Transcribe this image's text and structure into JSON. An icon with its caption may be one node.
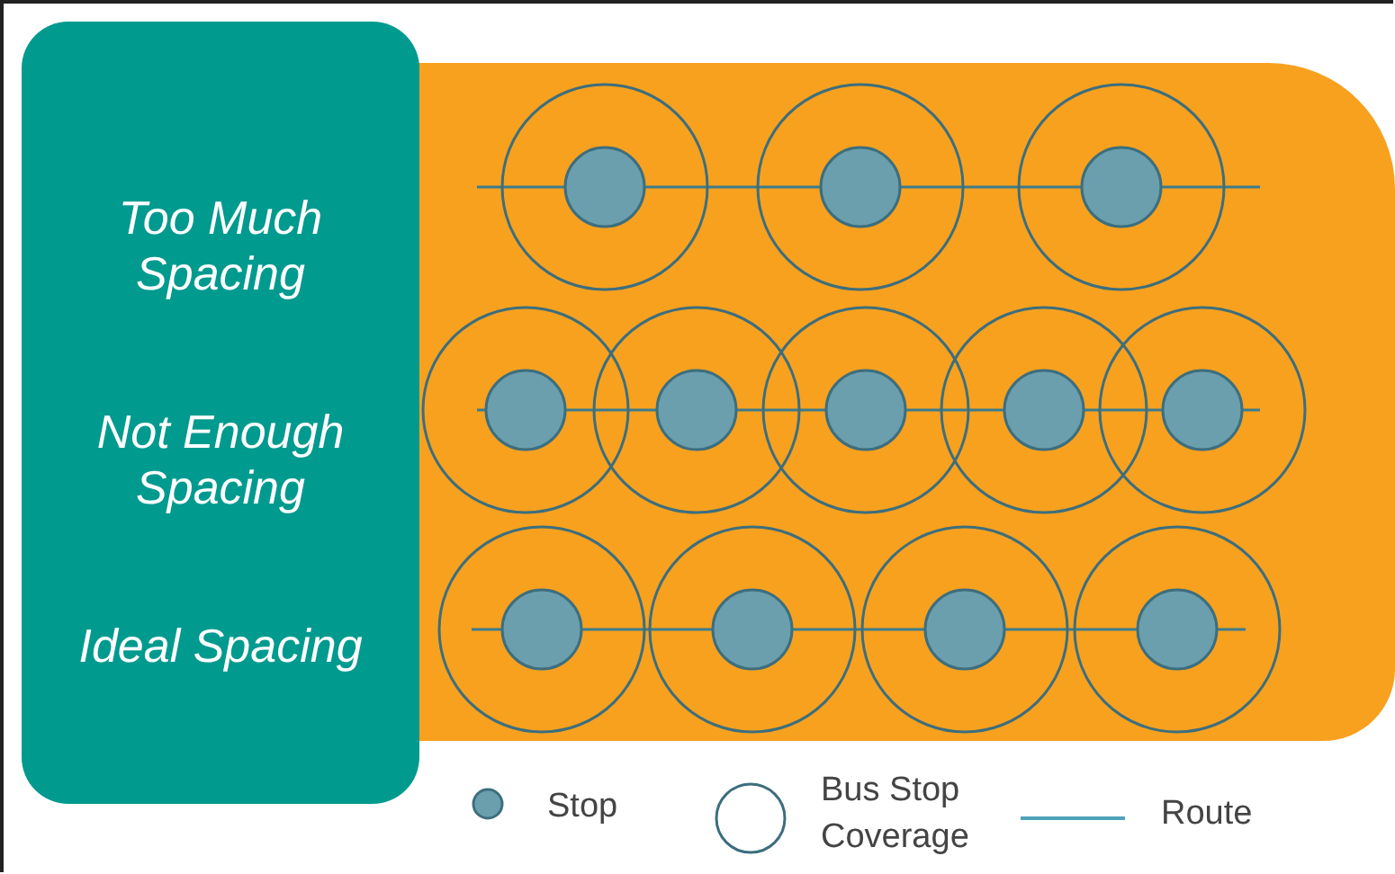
{
  "diagram": {
    "nodes": [
      {
        "text": [
          "Too Much Spacing",
          "Not Enough Spacing",
          "Ideal Spacing"
        ]
      }
    ],
    "legend": [
      {
        "text": "Stop"
      },
      {
        "text": "Bus Stop Coverage"
      },
      {
        "text": "Route"
      }
    ]
  }
}
